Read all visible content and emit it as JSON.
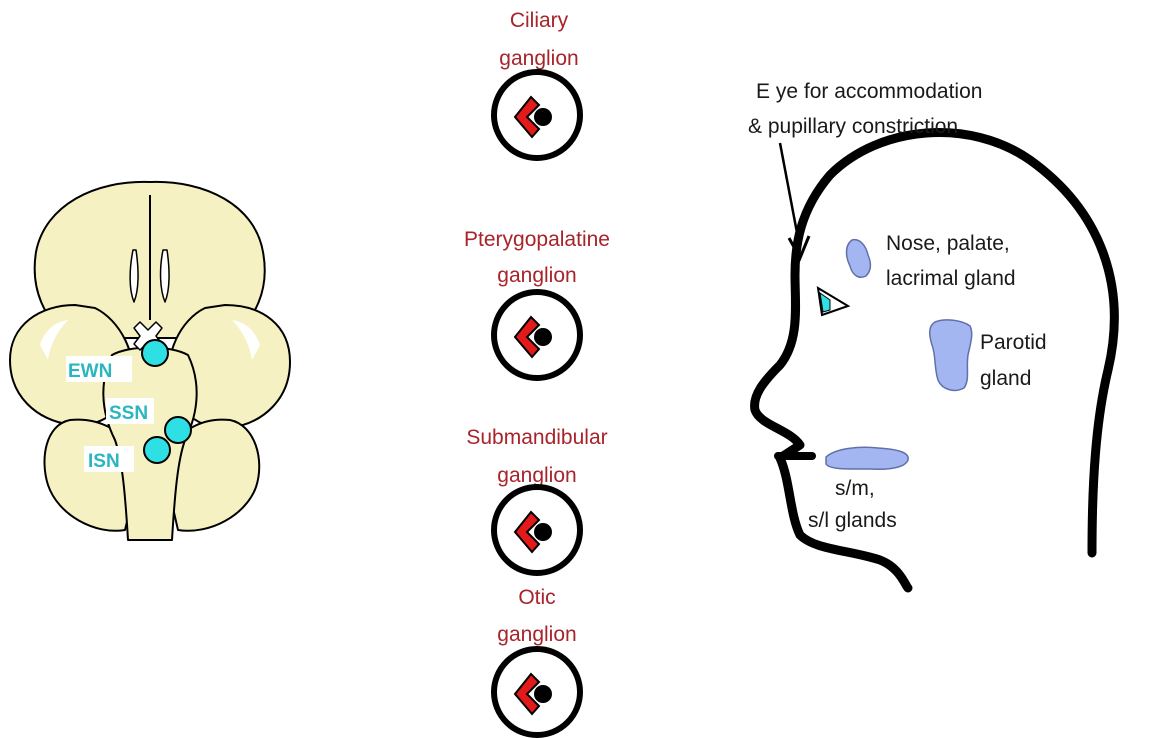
{
  "colors": {
    "brainstem": "#f6f1c2",
    "nucleus": "#2ee0e4",
    "nucleus_text": "#2bb5c0",
    "ganglion_text": "#a8232a",
    "ganglion_mark": "#e21a1a",
    "gland": "#a4b6f2",
    "outline": "#000000"
  },
  "nuclei": [
    {
      "label": "EWN"
    },
    {
      "label": "SSN"
    },
    {
      "label": "ISN"
    }
  ],
  "ganglia": [
    {
      "line1": "Ciliary",
      "line2": "ganglion"
    },
    {
      "line1": "Pterygopalatine",
      "line2": "ganglion"
    },
    {
      "line1": "Submandibular",
      "line2": "ganglion"
    },
    {
      "line1": "Otic",
      "line2": "ganglion"
    }
  ],
  "targets": {
    "eye": {
      "line1": "E ye for accommodation",
      "line2": "& pupillary constriction"
    },
    "nose": {
      "line1": "Nose, palate,",
      "line2": "lacrimal gland"
    },
    "parotid": {
      "line1": "Parotid",
      "line2": "gland"
    },
    "submandibular": {
      "line1": "s/m,",
      "line2": "s/l glands"
    }
  }
}
